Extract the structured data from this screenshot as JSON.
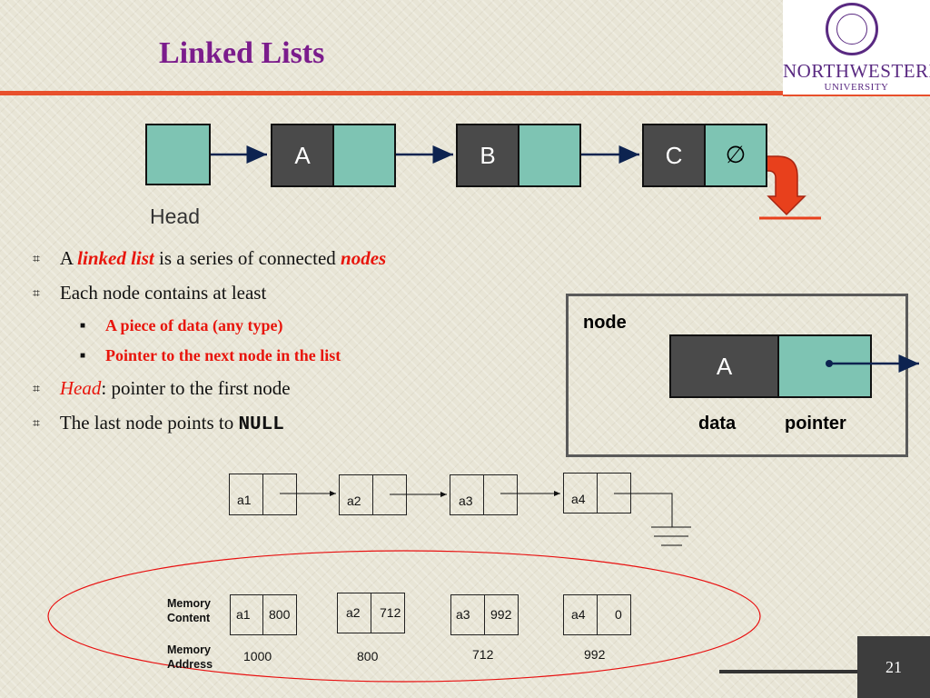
{
  "slide": {
    "title": "Linked Lists",
    "page_number": "21"
  },
  "logo": {
    "name_line1": "NORTHWESTERN",
    "name_line2": "UNIVERSITY"
  },
  "top_diagram": {
    "nodes": [
      "A",
      "B",
      "C"
    ],
    "null_symbol": "∅",
    "head_label": "Head"
  },
  "bullets": {
    "b1_pre": "A ",
    "b1_term": "linked list",
    "b1_mid": " is a series of connected ",
    "b1_term2": "nodes",
    "b2": "Each node contains at least",
    "b2_sub1": "A piece of data (any type)",
    "b2_sub2": "Pointer to the next node in the list",
    "b3_term": "Head",
    "b3_rest": ": pointer to the first node",
    "b4_pre": "The last node points to ",
    "b4_code": "NULL"
  },
  "node_box": {
    "caption": "node",
    "data_value": "A",
    "data_label": "data",
    "pointer_label": "pointer"
  },
  "abstract_list": {
    "cells": [
      "a1",
      "a2",
      "a3",
      "a4"
    ]
  },
  "memory": {
    "content_label_1": "Memory",
    "content_label_2": "Content",
    "address_label_1": "Memory",
    "address_label_2": "Address",
    "cells": [
      {
        "data": "a1",
        "next": "800",
        "address": "1000"
      },
      {
        "data": "a2",
        "next": "712",
        "address": "800"
      },
      {
        "data": "a3",
        "next": "992",
        "address": "712"
      },
      {
        "data": "a4",
        "next": "0",
        "address": "992"
      }
    ]
  },
  "colors": {
    "title": "#7b1c8c",
    "accent_rule": "#e8502c",
    "node_teal": "#7ec4b3",
    "node_dark": "#4a4a4a",
    "highlight_red": "#e8150c",
    "arrow_navy": "#0d2350"
  }
}
